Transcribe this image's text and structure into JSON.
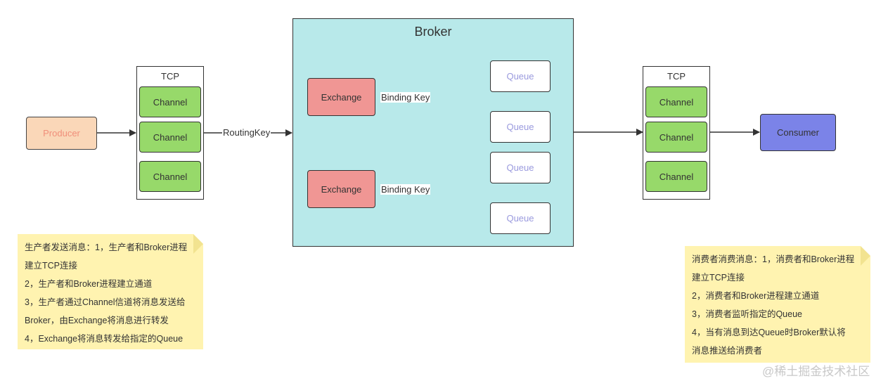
{
  "producer": {
    "label": "Producer"
  },
  "producer_tcp": {
    "label": "TCP",
    "channels": [
      "Channel",
      "Channel",
      "Channel"
    ]
  },
  "routing_key_label": "RoutingKey",
  "broker": {
    "title": "Broker",
    "exchanges": [
      {
        "label": "Exchange",
        "binding_label": "Binding Key",
        "queues": [
          "Queue",
          "Queue"
        ]
      },
      {
        "label": "Exchange",
        "binding_label": "Binding Key",
        "queues": [
          "Queue",
          "Queue"
        ]
      }
    ]
  },
  "consumer_tcp": {
    "label": "TCP",
    "channels": [
      "Channel",
      "Channel",
      "Channel"
    ]
  },
  "consumer": {
    "label": "Consumer"
  },
  "notes": {
    "producer": [
      "生产者发送消息：1，生产者和Broker进程",
      "建立TCP连接",
      "2，生产者和Broker进程建立通道",
      "3，生产者通过Channel信道将消息发送给",
      "Broker，由Exchange将消息进行转发",
      "4，Exchange将消息转发给指定的Queue"
    ],
    "consumer": [
      "消费者消费消息：1，消费者和Broker进程",
      "建立TCP连接",
      "2，消费者和Broker进程建立通道",
      "3，消费者监听指定的Queue",
      "4，当有消息到达Queue时Broker默认将",
      "消息推送给消费者"
    ]
  },
  "watermark": "@稀土掘金技术社区",
  "colors": {
    "producer_fill": "#fad7b8",
    "channel_fill": "#97d96a",
    "broker_fill": "#b8e9ea",
    "exchange_fill": "#f09694",
    "queue_text": "#9a9ade",
    "consumer_fill": "#7b83e8",
    "note_fill": "#fff3b0"
  }
}
